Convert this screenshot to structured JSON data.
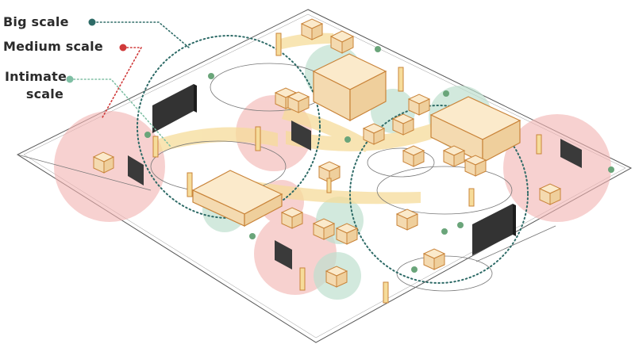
{
  "legend": {
    "big": {
      "label": "Big scale",
      "color": "#2e6b67"
    },
    "medium": {
      "label": "Medium scale",
      "color": "#d03a3a"
    },
    "intimate": {
      "label_line1": "Intimate",
      "label_line2": "scale",
      "color": "#7fbfa4"
    }
  },
  "palette": {
    "pink_zone": "#f2b3b0",
    "green_zone": "#bfe0cf",
    "yellow_zone": "#f6dc9a",
    "pavilion_edge": "#c9843a",
    "pavilion_fill": "#fbeacb",
    "screen": "#333333",
    "ground_line": "#555555"
  }
}
